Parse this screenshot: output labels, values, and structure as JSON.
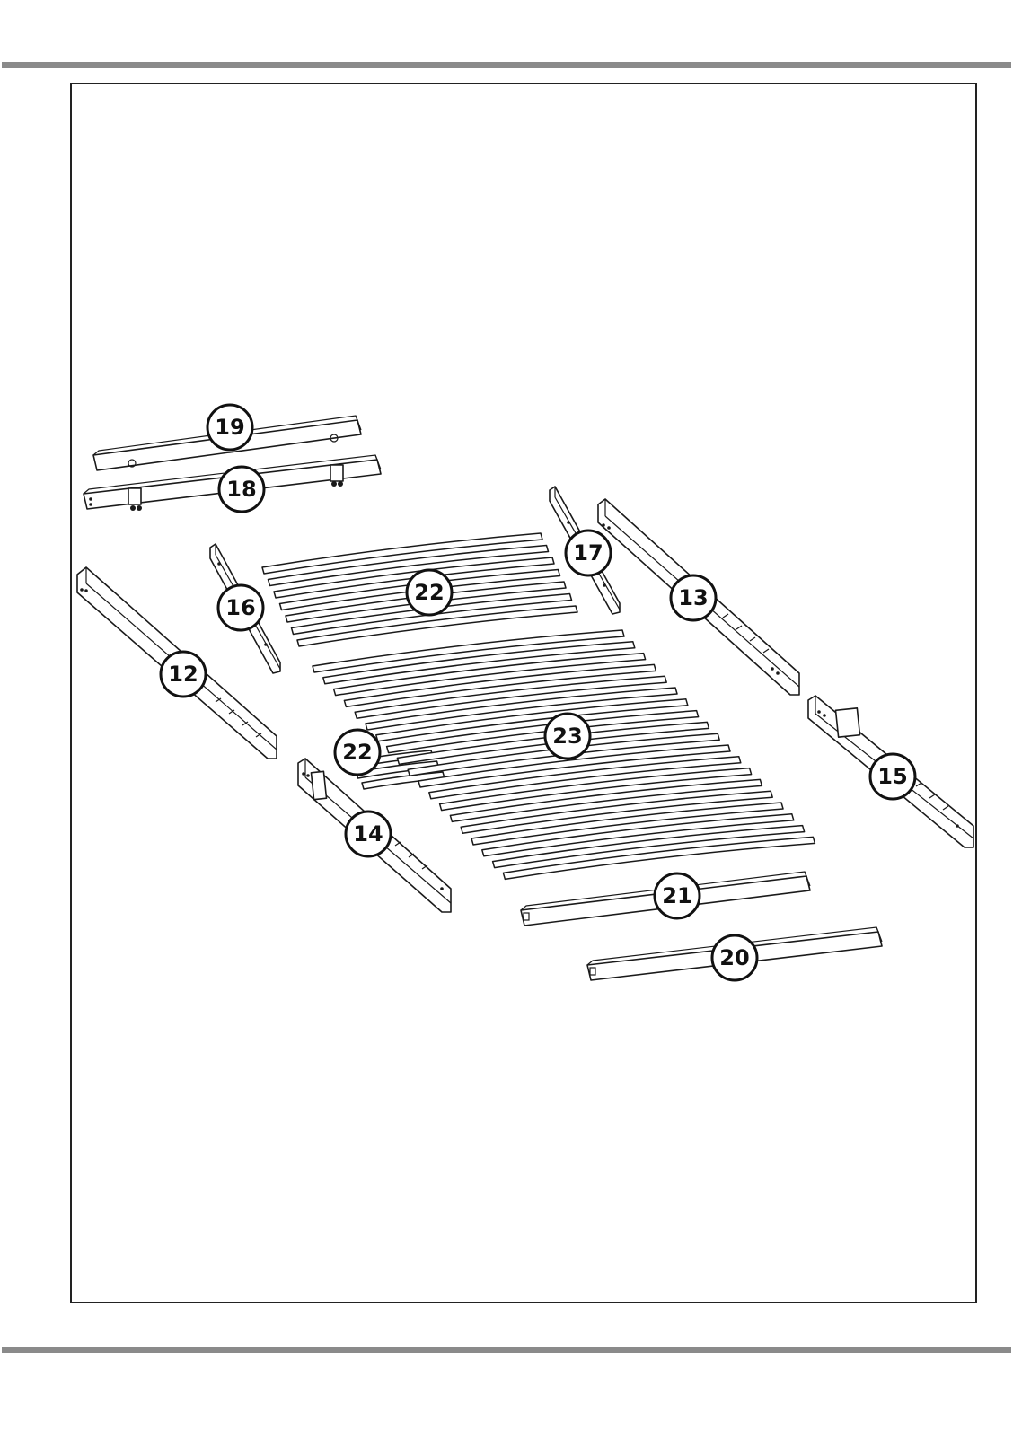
{
  "theme": {
    "rule_color": "#8a8a8a",
    "line_color": "#1a1a1a",
    "background": "#ffffff"
  },
  "callouts": {
    "p12": "12",
    "p13": "13",
    "p14": "14",
    "p15": "15",
    "p16": "16",
    "p17": "17",
    "p18": "18",
    "p19": "19",
    "p20": "20",
    "p21": "21",
    "p22a": "22",
    "p22b": "22",
    "p23": "23"
  }
}
